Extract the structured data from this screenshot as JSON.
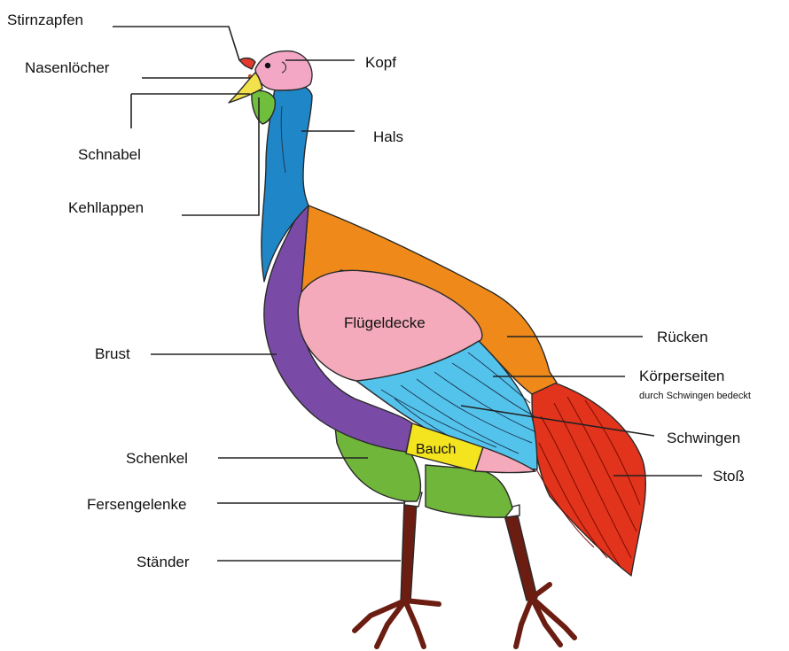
{
  "colors": {
    "comb": "#e33b2e",
    "head": "#f3a7c5",
    "beak": "#f2e14a",
    "wattle": "#6fbe3c",
    "neck": "#1f86c8",
    "back": "#ef8a1a",
    "wing_covert": "#f4aabb",
    "flight_feathers": "#54c3ec",
    "breast": "#7a4ba6",
    "belly": "#f4e41f",
    "tail": "#e2331d",
    "thigh": "#6fb63a",
    "leg": "#6b1d12"
  },
  "labels": {
    "stirnzapfen": "Stirnzapfen",
    "nasenloecher": "Nasenlöcher",
    "schnabel": "Schnabel",
    "kehllappen": "Kehllappen",
    "kopf": "Kopf",
    "hals": "Hals",
    "brust": "Brust",
    "fluegeldecke": "Flügeldecke",
    "ruecken": "Rücken",
    "koerperseiten": "Körperseiten",
    "koerperseiten_note": "durch Schwingen bedeckt",
    "schwingen": "Schwingen",
    "bauch": "Bauch",
    "schenkel": "Schenkel",
    "stoss": "Stoß",
    "fersengelenke": "Fersengelenke",
    "staender": "Ständer"
  }
}
